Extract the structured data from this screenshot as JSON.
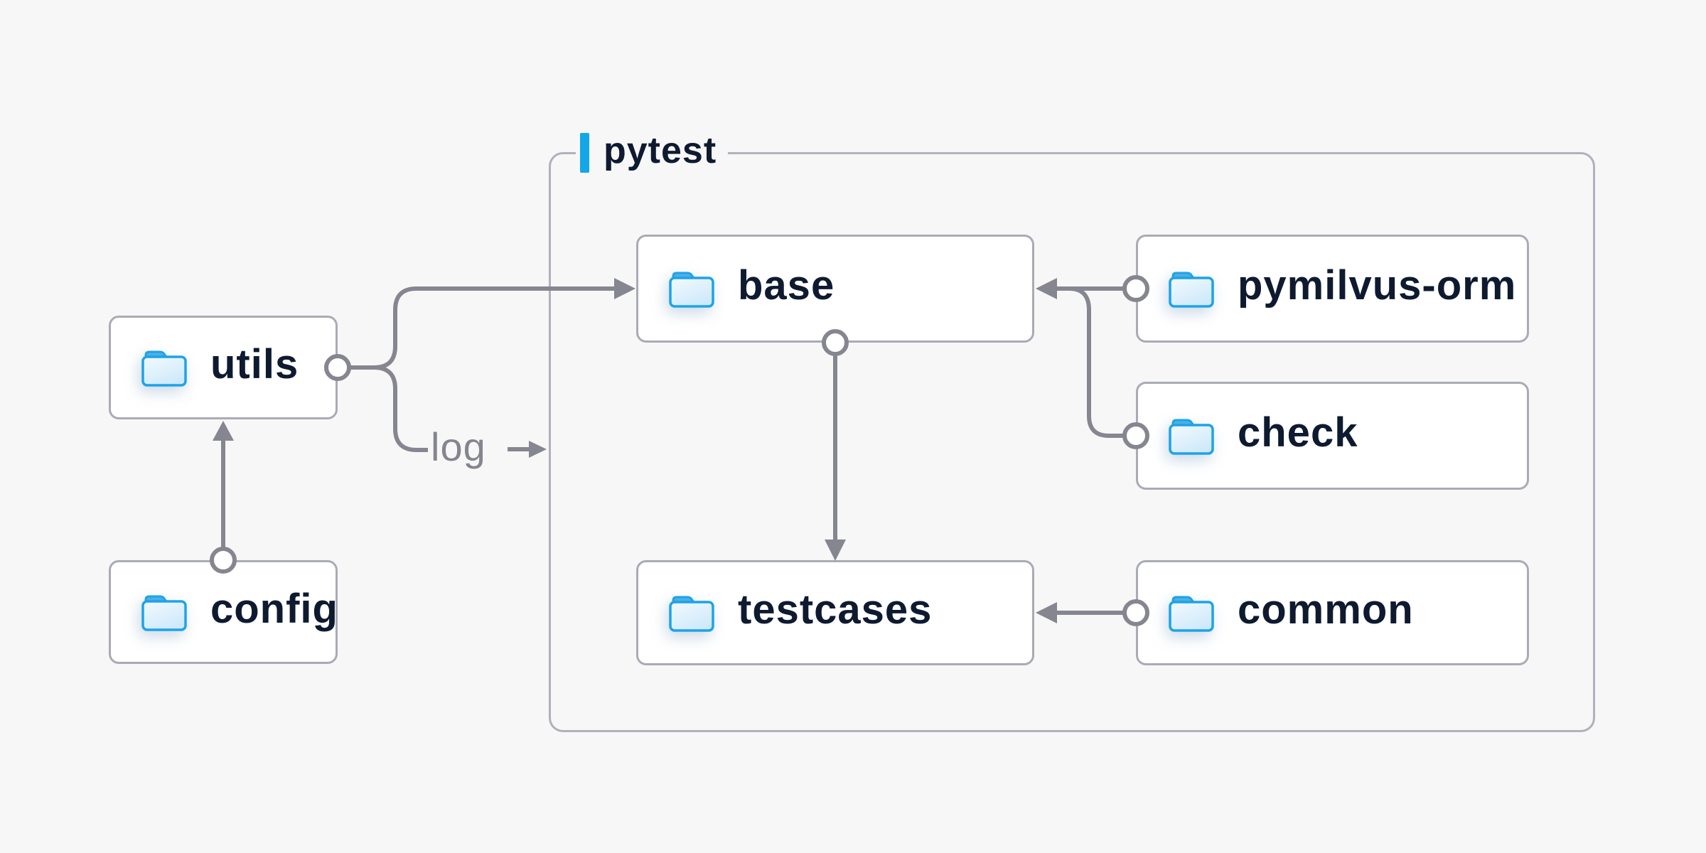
{
  "diagram": {
    "container": {
      "label": "pytest"
    },
    "nodes": [
      {
        "id": "utils",
        "label": "utils"
      },
      {
        "id": "config",
        "label": "config"
      },
      {
        "id": "base",
        "label": "base"
      },
      {
        "id": "pymilvus-orm",
        "label": "pymilvus-orm"
      },
      {
        "id": "check",
        "label": "check"
      },
      {
        "id": "testcases",
        "label": "testcases"
      },
      {
        "id": "common",
        "label": "common"
      }
    ],
    "edges": [
      {
        "from": "config",
        "to": "utils"
      },
      {
        "from": "utils",
        "to": "base"
      },
      {
        "from": "utils",
        "to": "pytest-container",
        "label": "log"
      },
      {
        "from": "pymilvus-orm",
        "to": "base"
      },
      {
        "from": "check",
        "to": "base"
      },
      {
        "from": "base",
        "to": "testcases"
      },
      {
        "from": "common",
        "to": "testcases"
      }
    ],
    "icons": {
      "node_icon": "folder-icon",
      "label_marker": "accent-bar"
    },
    "colors": {
      "background": "#f7f7f8",
      "accent_blue": "#14a7e8",
      "folder_blue": "#1da3e9",
      "folder_fill_light": "#eff8fe",
      "folder_fill_dark": "#cfe9fa",
      "line_gray": "#85868f",
      "box_border": "#a9abb5",
      "group_border": "#b0b1bc",
      "text_navy": "#0e1a30"
    }
  }
}
